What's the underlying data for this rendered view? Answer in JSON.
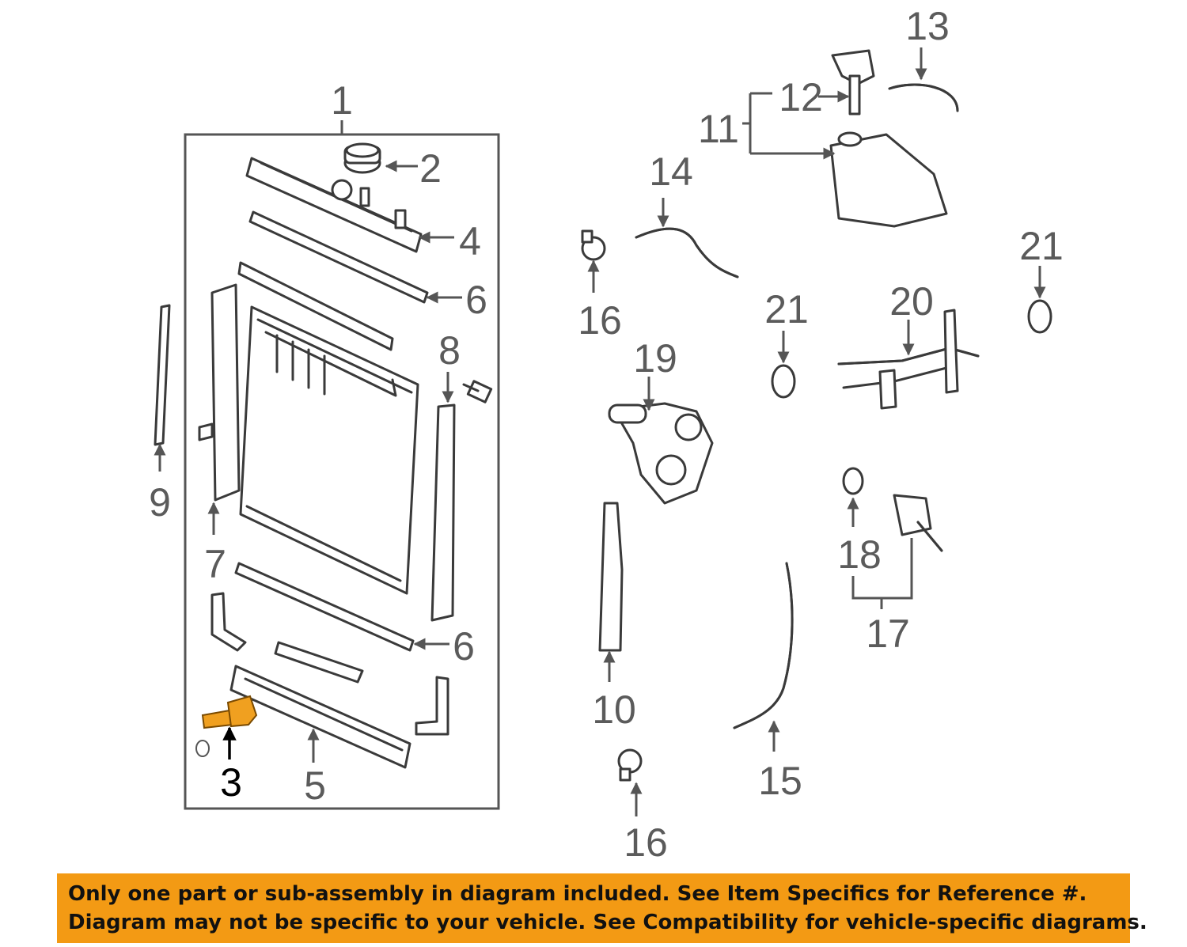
{
  "colors": {
    "highlight": "#f0a020",
    "notice_bg": "#f39a14",
    "line": "#3a3a3a",
    "callout": "#5b5b5b"
  },
  "callouts": {
    "c1": "1",
    "c2": "2",
    "c3": "3",
    "c4": "4",
    "c5": "5",
    "c6a": "6",
    "c6b": "6",
    "c7": "7",
    "c8": "8",
    "c9": "9",
    "c10": "10",
    "c11": "11",
    "c12": "12",
    "c13": "13",
    "c14": "14",
    "c15": "15",
    "c16a": "16",
    "c16b": "16",
    "c17": "17",
    "c18": "18",
    "c19": "19",
    "c20": "20",
    "c21a": "21",
    "c21b": "21"
  },
  "highlighted_part": "3",
  "notice": {
    "line1": "Only one part or sub-assembly in diagram included. See Item Specifics for Reference #.",
    "line2": "Diagram may not be specific to your vehicle. See Compatibility for vehicle-specific diagrams."
  }
}
